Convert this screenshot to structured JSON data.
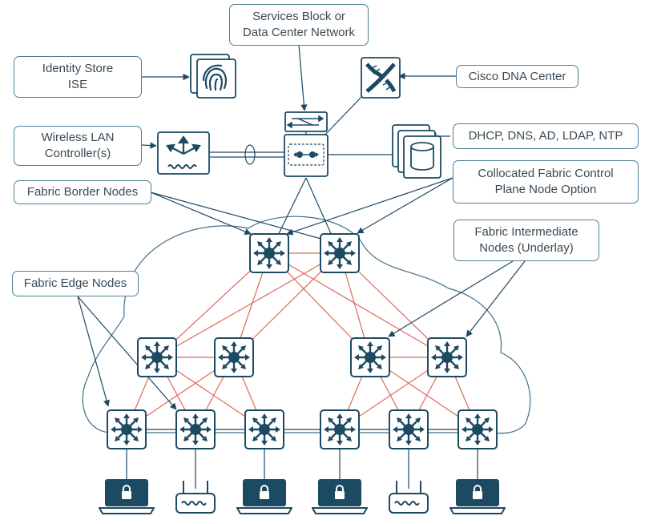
{
  "labels": {
    "services_line1": "Services Block or",
    "services_line2": "Data Center Network",
    "identity_line1": "Identity Store",
    "identity_line2": "ISE",
    "dna_center": "Cisco DNA Center",
    "wlc_line1": "Wireless LAN",
    "wlc_line2": "Controller(s)",
    "dhcp": "DHCP, DNS, AD, LDAP, NTP",
    "border": "Fabric Border Nodes",
    "control_line1": "Collocated Fabric Control",
    "control_line2": "Plane Node Option",
    "intermediate_line1": "Fabric Intermediate",
    "intermediate_line2": "Nodes (Underlay)",
    "edge": "Fabric Edge Nodes"
  },
  "colors": {
    "device": "#1d4a63",
    "callout_border": "#4d7f96",
    "text": "#3a4a55",
    "fabric_link": "#e0685c",
    "uplink": "#1d4a63"
  },
  "icons": {
    "ise": "fingerprint-icon",
    "dna": "dna-helix-icon",
    "services_switch": "layer2-switch-icon",
    "core": "core-switch-icon",
    "wlc": "wireless-controller-icon",
    "servers": "database-server-icon",
    "fabric_node": "multilayer-switch-icon",
    "endpoint_laptop": "laptop-lock-icon",
    "endpoint_ap": "access-point-icon"
  }
}
